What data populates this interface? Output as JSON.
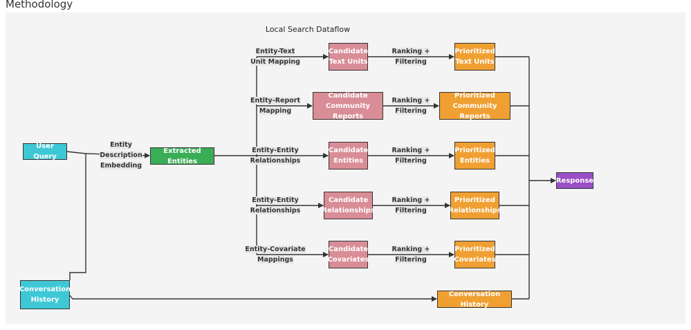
{
  "section_heading": "Methodology",
  "diagram": {
    "title": "Local Search Dataflow",
    "nodes": {
      "user_query": "User Query",
      "conversation_history_input": "Conversation\nHistory",
      "extracted_entities": "Extracted Entities",
      "candidate_text_units": "Candidate\nText Units",
      "candidate_community_reports": "Candidate\nCommunity Reports",
      "candidate_entities": "Candidate\nEntities",
      "candidate_relationships": "Candidate\nRelationships",
      "candidate_covariates": "Candidate\nCovariates",
      "prioritized_text_units": "Prioritized\nText Units",
      "prioritized_community_reports": "Prioritized\nCommunity Reports",
      "prioritized_entities": "Prioritized\nEntities",
      "prioritized_relationships": "Prioritized\nRelationships",
      "prioritized_covariates": "Prioritized\nCovariates",
      "conversation_history_output": "Conversation History",
      "response": "Response"
    },
    "edge_labels": {
      "entity_description_embedding": "Entity\nDescription\nEmbedding",
      "entity_text_unit_mapping": "Entity-Text\nUnit Mapping",
      "entity_report_mapping": "Entity-Report\nMapping",
      "entity_entity_relationships_1": "Entity-Entity\nRelationships",
      "entity_entity_relationships_2": "Entity-Entity\nRelationships",
      "entity_covariate_mappings": "Entity-Covariate\nMappings",
      "ranking_filtering_1": "Ranking +\nFiltering",
      "ranking_filtering_2": "Ranking +\nFiltering",
      "ranking_filtering_3": "Ranking +\nFiltering",
      "ranking_filtering_4": "Ranking +\nFiltering",
      "ranking_filtering_5": "Ranking +\nFiltering"
    },
    "colors": {
      "input": "#3ec8d6",
      "extracted": "#3aad57",
      "candidate": "#d98d96",
      "prioritized": "#f0a032",
      "response": "#9b4fc6",
      "line": "#333333",
      "panel": "#f4f4f4"
    }
  }
}
